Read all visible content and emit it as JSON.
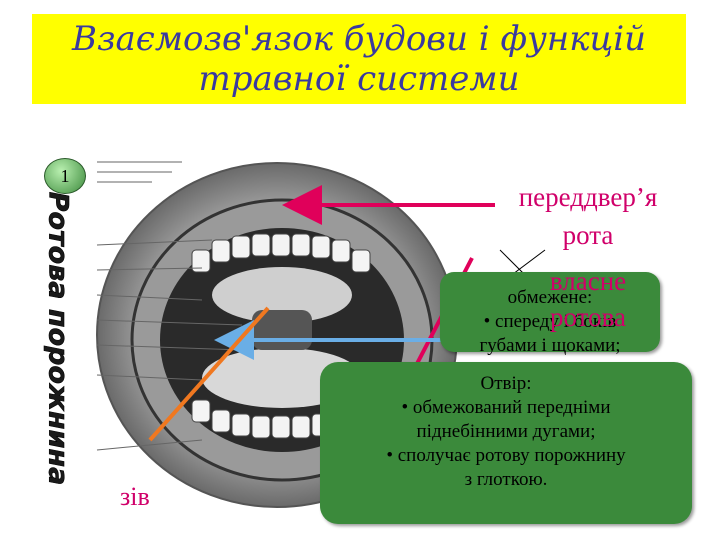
{
  "slide": {
    "title_line1": "Взаємозв'язок будови і функцій",
    "title_line2": "травної системи",
    "slide_number": "1",
    "vertical_label": "Ротова порожнина",
    "vestibule_label_line1": "переддвер’я",
    "vestibule_label_line2": "рота",
    "proper_label_line1": "власне",
    "proper_label_line2": "ротова",
    "bubble1_line1": "обмежене:",
    "bubble1_line2": "• спереду і боків",
    "bubble1_line3": "губами і щоками;",
    "bubble2_line1": "Отвір:",
    "bubble2_line2": "• обмежований передніми",
    "bubble2_line3": "піднебінними дугами;",
    "bubble2_line4": "• сполучає ротову порожнину",
    "bubble2_line5": "з глоткою.",
    "zev_label": "зів"
  },
  "colors": {
    "title_bg": "#ffff00",
    "title_text": "#3a3aa0",
    "label_magenta": "#d0006a",
    "bubble_green": "#3b8a3b",
    "arrow_pink": "#e0005a",
    "arrow_blue": "#6aaee6",
    "arrow_orange": "#f07820"
  }
}
